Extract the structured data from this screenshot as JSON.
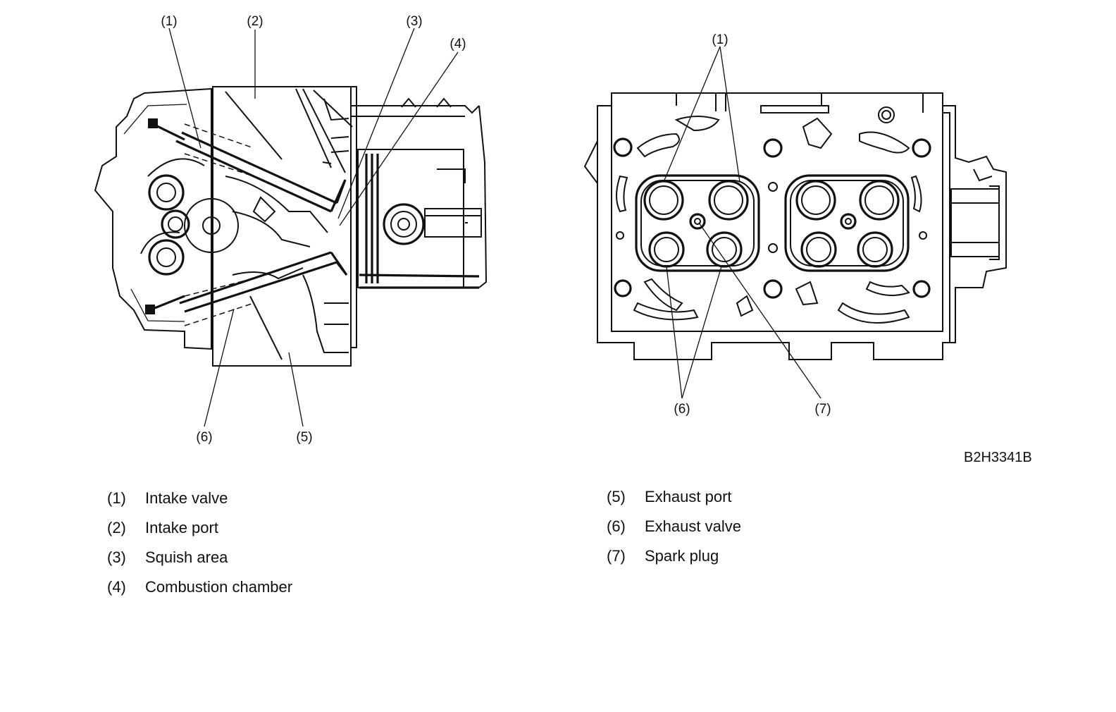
{
  "figure_code": "B2H3341B",
  "callouts": {
    "left": [
      "(1)",
      "(2)",
      "(3)",
      "(4)",
      "(5)",
      "(6)"
    ],
    "right": [
      "(1)",
      "(6)",
      "(7)"
    ]
  },
  "legend": {
    "left": [
      {
        "num": "(1)",
        "label": "Intake valve"
      },
      {
        "num": "(2)",
        "label": "Intake port"
      },
      {
        "num": "(3)",
        "label": "Squish area"
      },
      {
        "num": "(4)",
        "label": "Combustion chamber"
      }
    ],
    "right": [
      {
        "num": "(5)",
        "label": "Exhaust port"
      },
      {
        "num": "(6)",
        "label": "Exhaust valve"
      },
      {
        "num": "(7)",
        "label": "Spark plug"
      }
    ]
  }
}
